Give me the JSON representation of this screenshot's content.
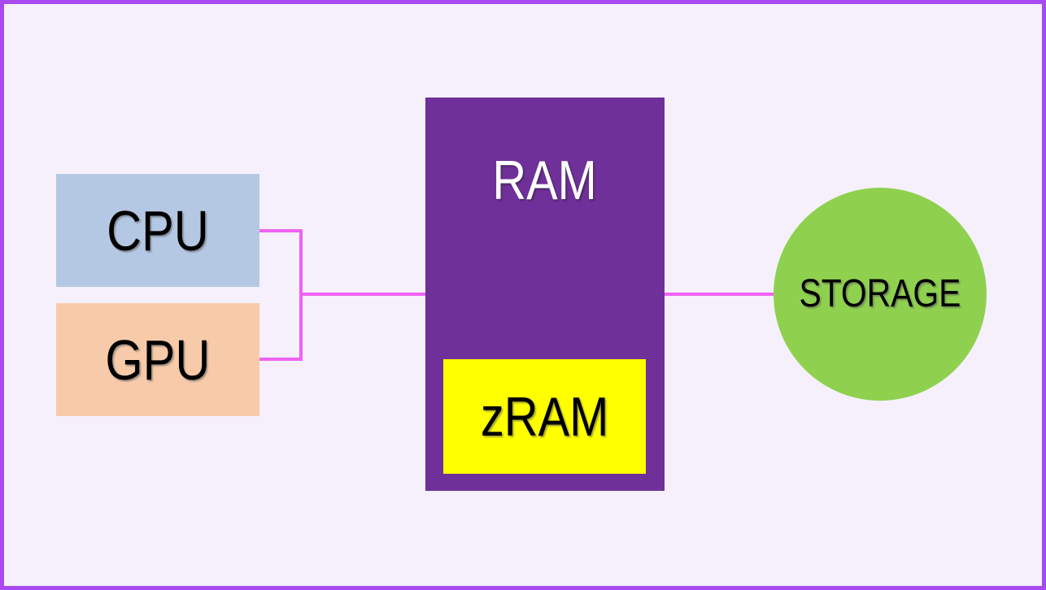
{
  "diagram": {
    "canvas": {
      "background": "#f6f0fc",
      "border_color": "#a949f0"
    },
    "connector_color": "#ee62f2",
    "nodes": {
      "cpu": {
        "label": "CPU",
        "shape": "rectangle",
        "fill": "#b5c8e3",
        "text_color": "#000000"
      },
      "gpu": {
        "label": "GPU",
        "shape": "rectangle",
        "fill": "#f7cbaa",
        "text_color": "#000000"
      },
      "ram": {
        "label": "RAM",
        "shape": "rectangle",
        "fill": "#6f3099",
        "text_color": "#ffffff"
      },
      "zram": {
        "label": "zRAM",
        "shape": "rectangle",
        "fill": "#ffff00",
        "text_color": "#000000",
        "parent": "ram"
      },
      "storage": {
        "label": "STORAGE",
        "shape": "circle",
        "fill": "#8fd14f",
        "text_color": "#000000"
      }
    },
    "connections": [
      {
        "from": "cpu",
        "to": "ram"
      },
      {
        "from": "gpu",
        "to": "ram"
      },
      {
        "from": "ram",
        "to": "storage"
      }
    ]
  }
}
